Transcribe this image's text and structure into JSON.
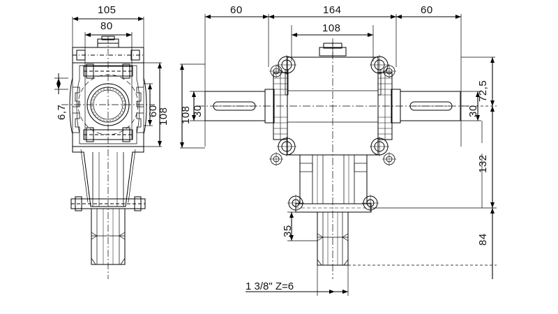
{
  "drawing": {
    "title": "Bevel gearbox dimensioned technical drawing",
    "background_color": "#ffffff",
    "line_color": "#000000",
    "units": "mm",
    "views": [
      {
        "name": "front-view",
        "position": "left"
      },
      {
        "name": "top-view",
        "position": "right"
      }
    ]
  },
  "dimensions": {
    "front_top_outer": "105",
    "front_top_inner": "80",
    "front_left_small": "6,7",
    "front_right_inner": "60",
    "front_right_outer": "108",
    "top_left_span": "60",
    "top_center_span": "164",
    "top_right_span": "60",
    "top_inner_span": "108",
    "top_view_left_outer": "108",
    "top_view_left_inner": "30",
    "top_view_right_inner": "30",
    "right_upper": "72,5",
    "right_middle": "132",
    "right_lower": "84",
    "bottom_shaft": "35"
  },
  "annotations": {
    "spline_note": "1 3/8\" Z=6"
  }
}
